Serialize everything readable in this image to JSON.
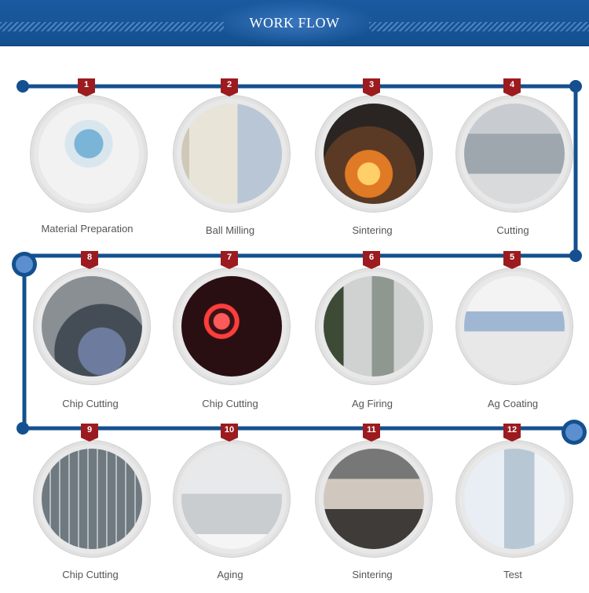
{
  "header": {
    "title": "WORK FLOW"
  },
  "steps": [
    {
      "num": "1",
      "label": "Material Preparation",
      "icon": "scale-photo"
    },
    {
      "num": "2",
      "label": "Ball Milling",
      "icon": "ball-mill-photo"
    },
    {
      "num": "3",
      "label": "Sintering",
      "icon": "furnace-photo"
    },
    {
      "num": "4",
      "label": "Cutting",
      "icon": "cutting-machine-photo"
    },
    {
      "num": "5",
      "label": "Ag Coating",
      "icon": "coating-machine-photo"
    },
    {
      "num": "6",
      "label": "Ag Firing",
      "icon": "firing-oven-photo"
    },
    {
      "num": "7",
      "label": "Chip Cutting",
      "icon": "glowing-coils-photo"
    },
    {
      "num": "8",
      "label": "Chip Cutting",
      "icon": "blade-saw-photo"
    },
    {
      "num": "9",
      "label": "Chip Cutting",
      "icon": "chip-array-photo"
    },
    {
      "num": "10",
      "label": "Aging",
      "icon": "aging-chamber-photo"
    },
    {
      "num": "11",
      "label": "Sintering",
      "icon": "sintering-line-photo"
    },
    {
      "num": "12",
      "label": "Test",
      "icon": "cleanroom-tester-photo"
    }
  ],
  "colors": {
    "flow_line": "#14508f",
    "badge": "#9b1b1f",
    "header": "#1b5aa0"
  }
}
